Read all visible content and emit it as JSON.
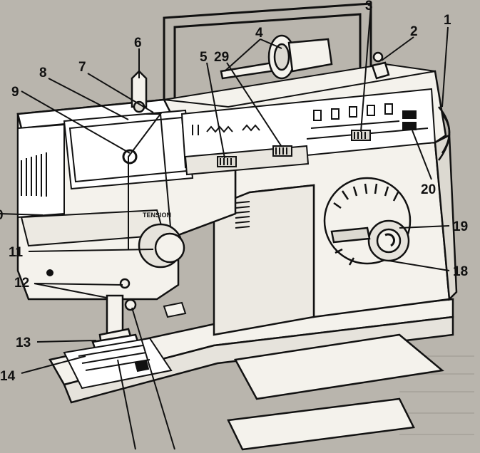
{
  "machine_label": {
    "tension": "TENSION"
  },
  "callouts": {
    "c1": "1",
    "c2": "2",
    "c3": "3",
    "c4": "4",
    "c5": "5",
    "c29": "29",
    "c6": "6",
    "c7": "7",
    "c8": "8",
    "c9": "9",
    "c10": "0",
    "c11": "11",
    "c12": "12",
    "c13": "13",
    "c14": "14",
    "c18": "18",
    "c19": "19",
    "c20": "20"
  },
  "colors": {
    "paper": "#b9b5ad",
    "body": "#f4f2ec",
    "ink": "#111111"
  }
}
